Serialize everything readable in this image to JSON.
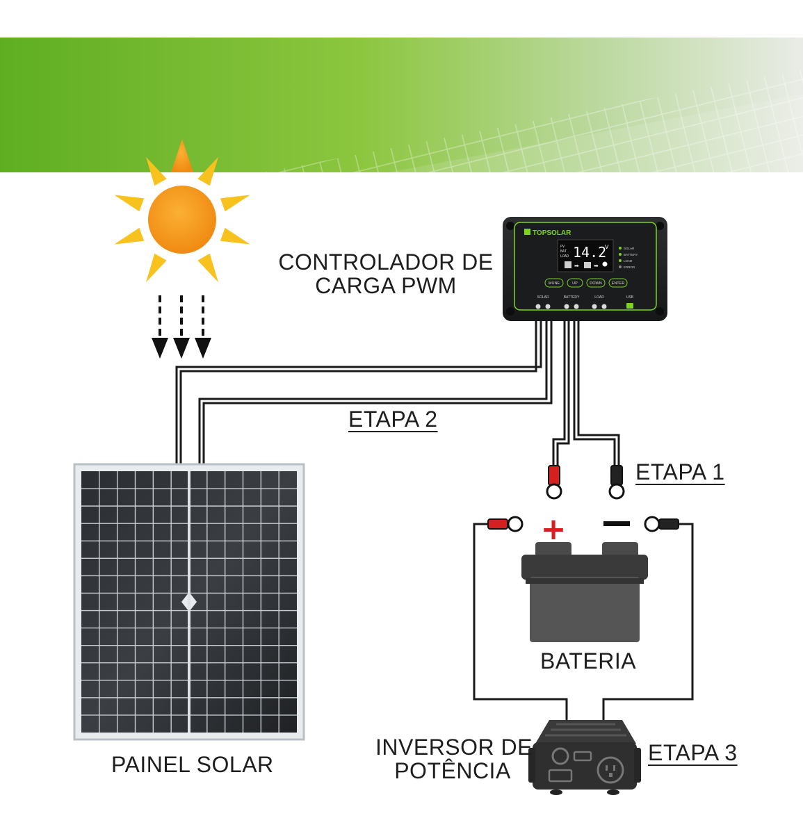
{
  "labels": {
    "controller_line1": "CONTROLADOR DE",
    "controller_line2": "CARGA PWM",
    "stage1": "ETAPA 1",
    "stage2": "ETAPA 2",
    "stage3": "ETAPA 3",
    "battery": "BATERIA",
    "panel": "PAINEL SOLAR",
    "inverter_line1": "INVERSOR DE",
    "inverter_line2": "POTÊNCIA"
  },
  "controller": {
    "brand": "TOPSOLAR",
    "display_value": "14.2",
    "display_unit": "V",
    "display_rows": [
      "PV",
      "BAT",
      "LOAD"
    ],
    "indicators": [
      "SOLAR",
      "BATTERY",
      "LOAD",
      "ERROR"
    ],
    "buttons": [
      "MUNE",
      "UP",
      "DOWN",
      "ENTER"
    ],
    "ports": [
      "SOLAR",
      "BATTERY",
      "LOAD",
      "USB"
    ]
  },
  "battery_terminals": {
    "positive": "+",
    "negative": "−"
  },
  "colors": {
    "banner_green": "#6cb52d",
    "sun_orange": "#f39a1c",
    "sun_yellow": "#f7c21d",
    "wire": "#1a1a1a",
    "positive_red": "#d42020",
    "battery_body": "#4b4b4b",
    "controller_accent": "#7ed321"
  }
}
